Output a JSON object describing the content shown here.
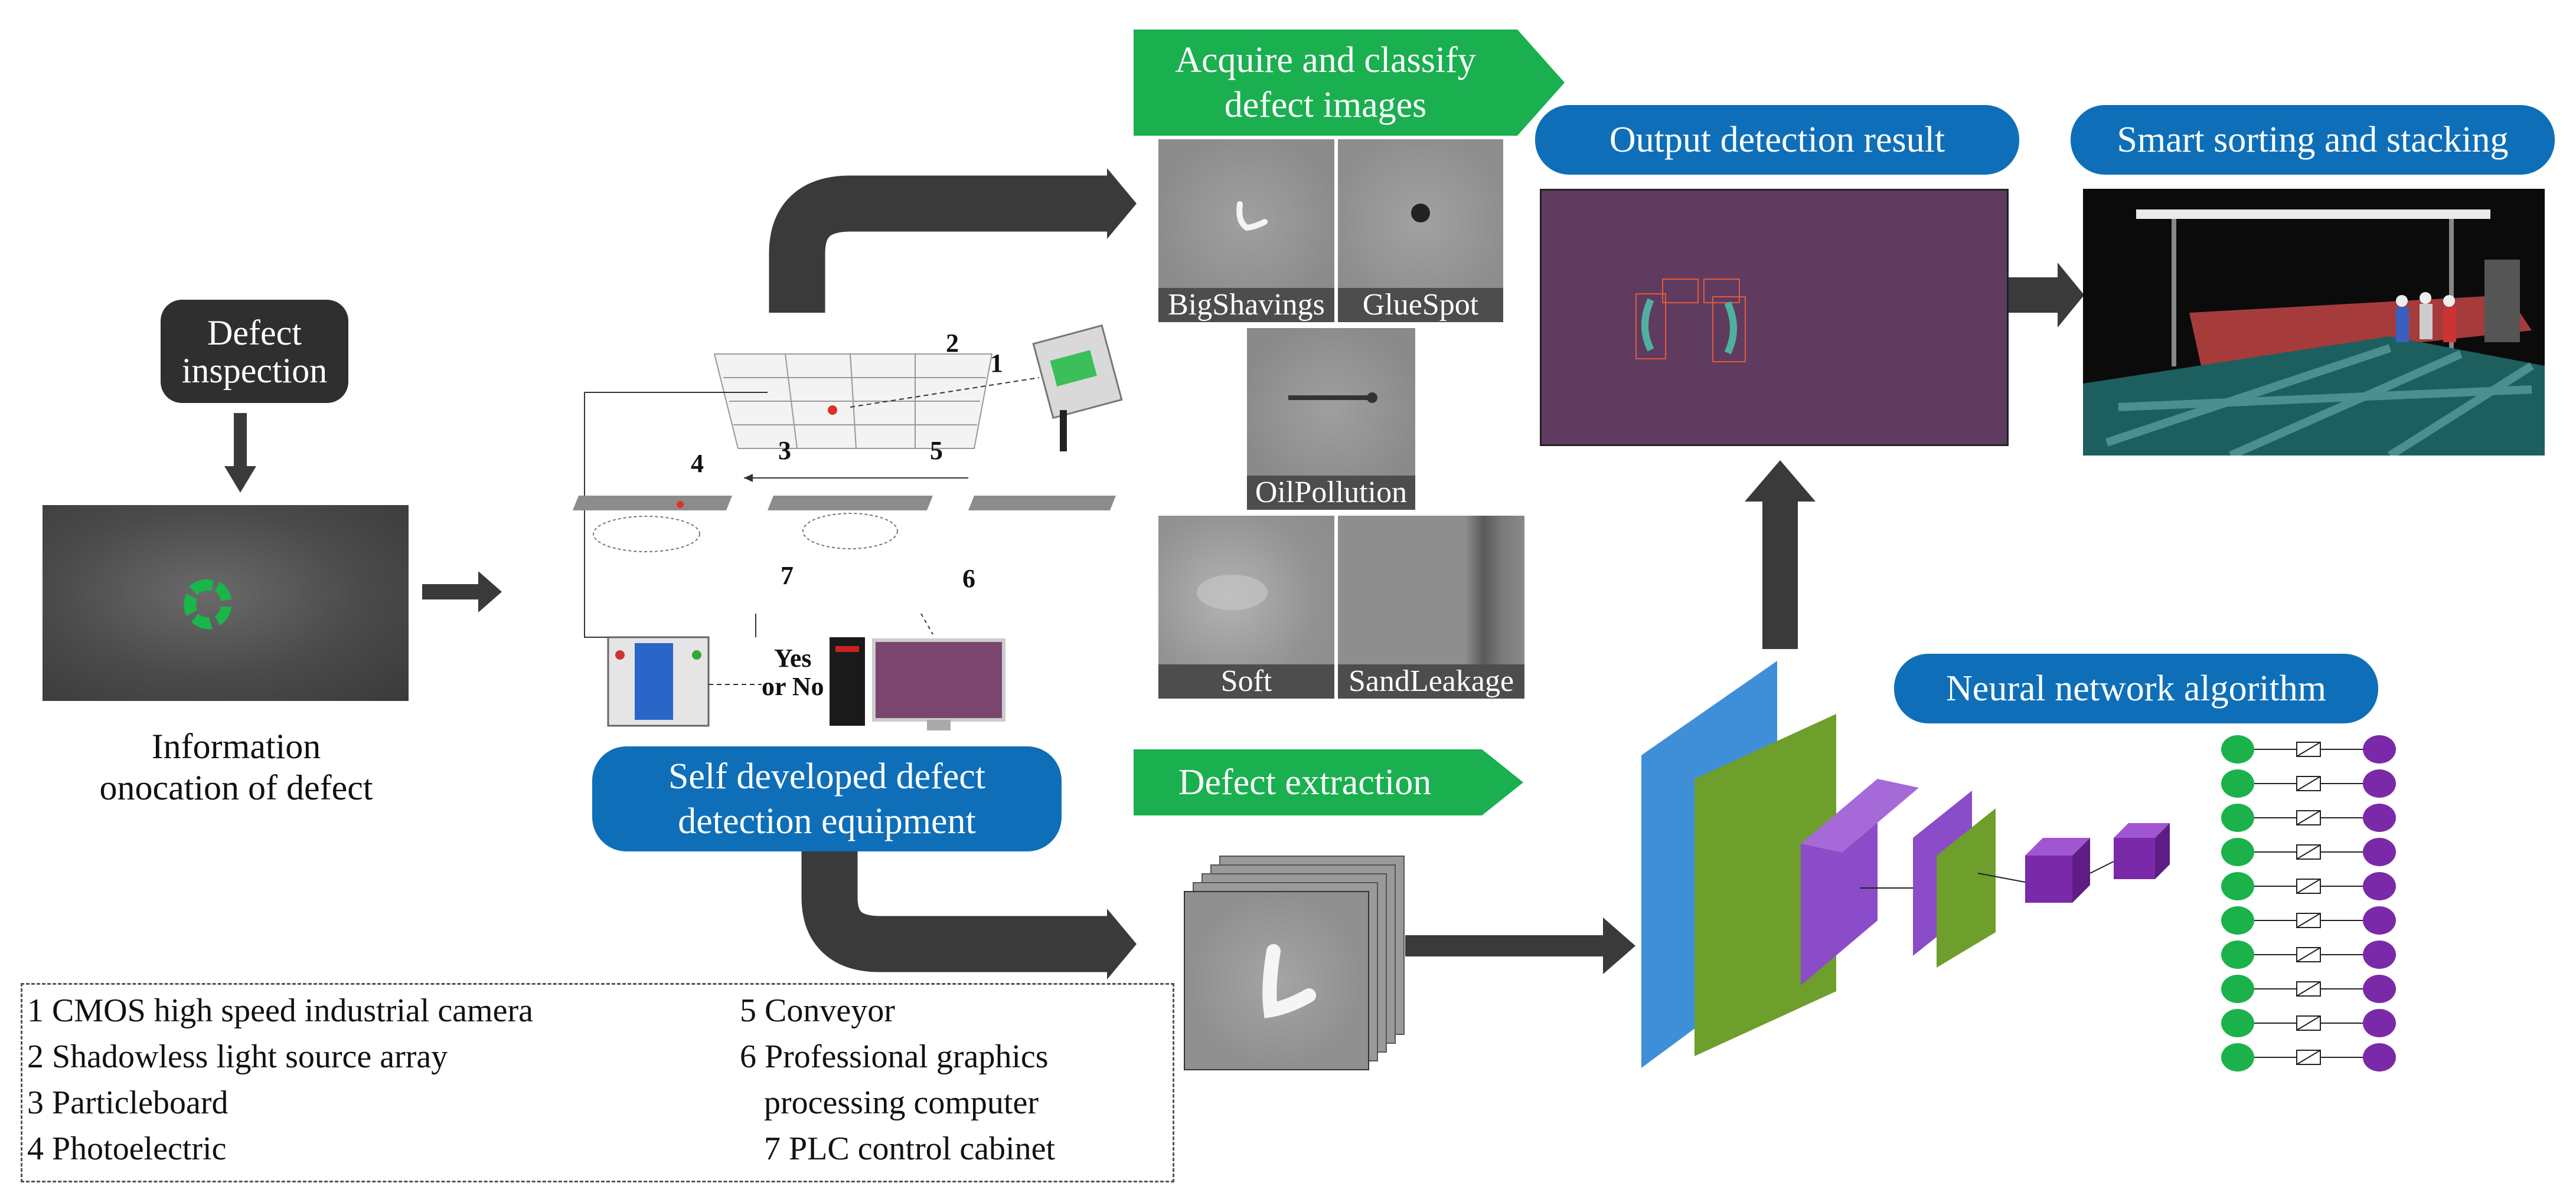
{
  "colors": {
    "blue_pill": "#0e6fb8",
    "green_banner": "#1aaf4f",
    "dark_arrow": "#3a3a3a",
    "defect_green": "#19b64a",
    "purple_panel": "#5f3b60",
    "nn_blue": "#3f8fd8",
    "nn_green": "#6e9e2c",
    "nn_purple": "#8a4cc8",
    "node_green": "#1bb24b",
    "node_purple": "#7a2aa8"
  },
  "defect_inspection": {
    "label": "Defect\ninspection"
  },
  "information": {
    "label": "Information\nonocation of defect"
  },
  "equipment": {
    "label": "Self developed defect\ndetection equipment",
    "callouts": [
      "1",
      "2",
      "3",
      "4",
      "5",
      "6",
      "7"
    ],
    "yes_no": "Yes\nor No"
  },
  "acquire": {
    "label": "Acquire and classify\ndefect images"
  },
  "thumbnails": [
    {
      "label": "BigShavings",
      "icon": "shaving-defect"
    },
    {
      "label": "GlueSpot",
      "icon": "glue-spot-defect"
    },
    {
      "label": "OilPollution",
      "icon": "oil-pollution-defect"
    },
    {
      "label": "Soft",
      "icon": "soft-defect"
    },
    {
      "label": "SandLeakage",
      "icon": "sand-leakage-defect"
    }
  ],
  "extraction": {
    "label": "Defect extraction"
  },
  "output": {
    "label": "Output detection result"
  },
  "sorting": {
    "label": "Smart sorting and stacking"
  },
  "neural": {
    "label": "Neural network algorithm"
  },
  "legend": {
    "left": [
      "1 CMOS high speed industrial camera",
      "2 Shadowless light source array",
      "3 Particleboard",
      "4 Photoelectric"
    ],
    "right": [
      "5 Conveyor",
      "6 Professional graphics",
      "processing computer",
      "7 PLC control cabinet"
    ]
  }
}
